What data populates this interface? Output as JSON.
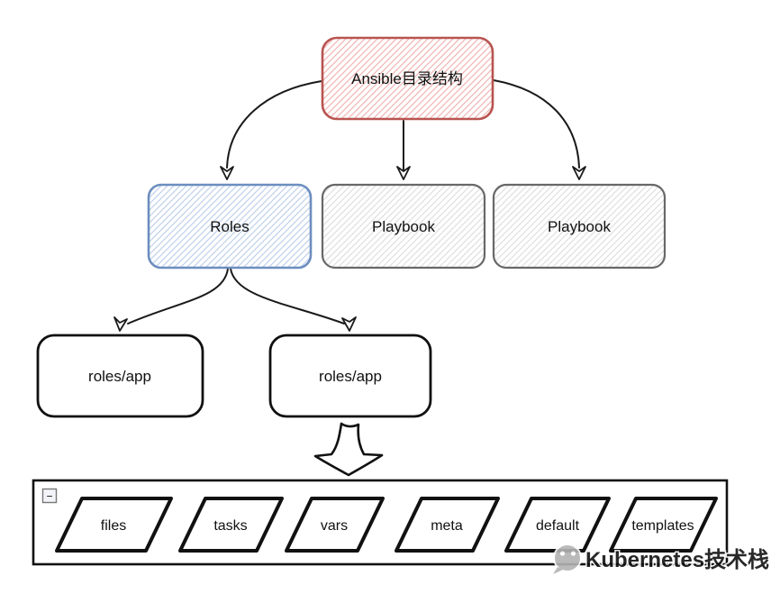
{
  "diagram": {
    "nodes": {
      "root": {
        "label": "Ansible目录结构"
      },
      "roles": {
        "label": "Roles"
      },
      "playbook_left": {
        "label": "Playbook"
      },
      "playbook_right": {
        "label": "Playbook"
      },
      "roles_app_left": {
        "label": "roles/app"
      },
      "roles_app_right": {
        "label": "roles/app"
      }
    },
    "folder_group": {
      "collapse_button": "−",
      "folders": [
        {
          "label": "files"
        },
        {
          "label": "tasks"
        },
        {
          "label": "vars"
        },
        {
          "label": "meta"
        },
        {
          "label": "default"
        },
        {
          "label": "templates"
        }
      ]
    }
  },
  "watermark": {
    "label": "Kubernetes技术栈"
  },
  "colors": {
    "root_border": "#b85450",
    "root_hatch": "#f0b8b6",
    "roles_border": "#6c8ebf",
    "roles_hatch": "#c2d3ec",
    "playbook_border": "#686868",
    "playbook_hatch": "#e0e0e0",
    "plain_border": "#111111",
    "edge": "#1a1a1a",
    "watermark": "#a6a6a6"
  }
}
